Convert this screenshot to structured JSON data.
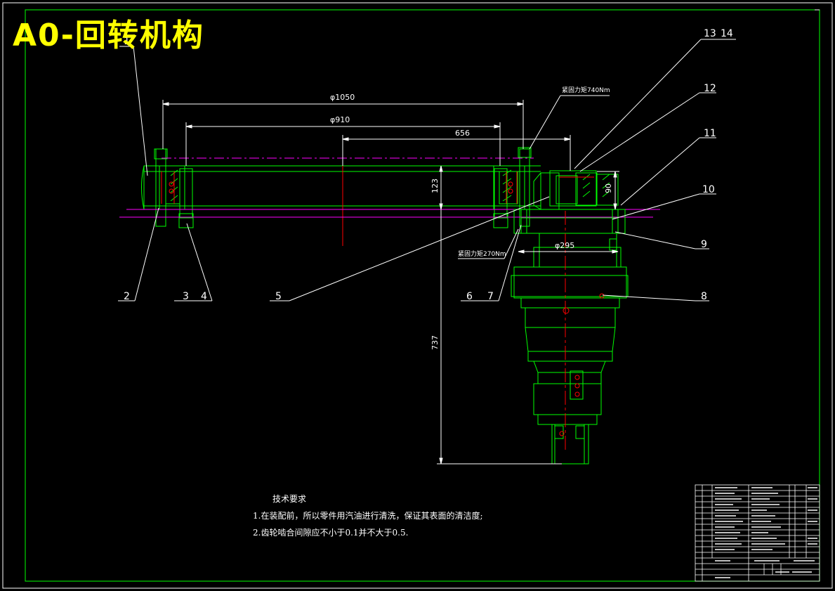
{
  "title": "A0-回转机构",
  "dimensions": {
    "d1050": "φ1050",
    "d910": "φ910",
    "d656": "656",
    "d123": "123",
    "d737": "737",
    "d295": "φ295",
    "d90": "90"
  },
  "notes": {
    "torque_top": "紧固力矩740Nm",
    "torque_bottom": "紧固力矩270Nm"
  },
  "balloons": {
    "b1": "1",
    "b2": "2",
    "b3": "3",
    "b4": "4",
    "b5": "5",
    "b6": "6",
    "b7": "7",
    "b8": "8",
    "b9": "9",
    "b10": "10",
    "b11": "11",
    "b12": "12",
    "b13": "13",
    "b14": "14"
  },
  "tech_requirements": {
    "heading": "技术要求",
    "item1": "1.在装配前，所以零件用汽油进行清洗，保证其表面的清洁度;",
    "item2": "2.齿轮啮合间隙应不小于0.1并不大于0.5."
  },
  "colors": {
    "background": "#000000",
    "outline": "#00ff00",
    "title": "#ffff00",
    "centerline": "#ff00ff",
    "red": "#ff0000",
    "text": "#ffffff"
  }
}
